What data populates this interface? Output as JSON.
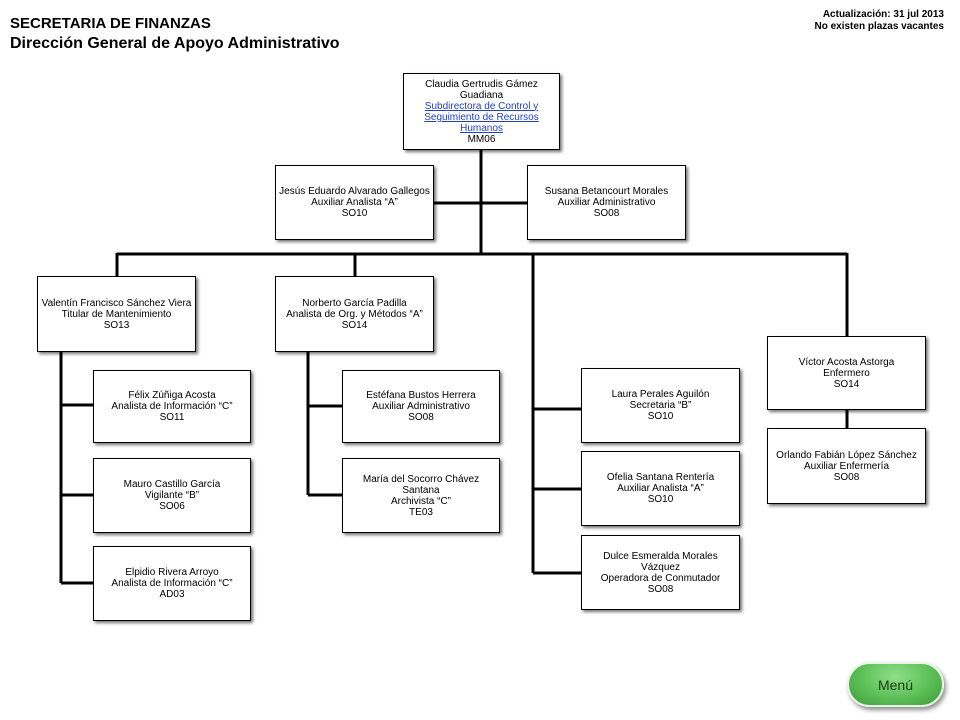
{
  "header": {
    "title": "SECRETARIA DE FINANZAS",
    "subtitle": "Dirección General de Apoyo Administrativo",
    "update_line": "Actualización: 31 jul 2013",
    "vacancies_line": "No existen plazas vacantes"
  },
  "org": {
    "root": {
      "name": "Claudia Gertrudis Gámez Guadiana",
      "position": "Subdirectora de Control y Seguimiento de Recursos Humanos",
      "level": "MM06"
    },
    "assistant_left": {
      "name": "Jesús Eduardo Alvarado Gallegos",
      "position": "Auxiliar Analista “A”",
      "level": "SO10"
    },
    "assistant_right": {
      "name": "Susana Betancourt Morales",
      "position": "Auxiliar Administrativo",
      "level": "SO08"
    },
    "branch1": {
      "head": {
        "name": "Valentín Francisco Sánchez Viera",
        "position": "Titular de Mantenimiento",
        "level": "SO13"
      },
      "staff": [
        {
          "name": "Félix Zúñiga Acosta",
          "position": "Analista de Información “C”",
          "level": "SO11"
        },
        {
          "name": "Mauro Castillo García",
          "position": "Vigilante “B”",
          "level": "SO06"
        },
        {
          "name": "Elpidio Rivera Arroyo",
          "position": "Analista de Información “C”",
          "level": "AD03"
        }
      ]
    },
    "branch2": {
      "head": {
        "name": "Norberto García Padilla",
        "position": "Analista de Org. y Métodos “A”",
        "level": "SO14"
      },
      "staff": [
        {
          "name": "Estéfana Bustos Herrera",
          "position": "Auxiliar Administrativo",
          "level": "SO08"
        },
        {
          "name": "María del Socorro Chávez Santana",
          "position": "Archivista “C”",
          "level": "TE03"
        }
      ]
    },
    "branch3": {
      "staff": [
        {
          "name": "Laura Perales Aguilón",
          "position": "Secretaria “B”",
          "level": "SO10"
        },
        {
          "name": "Ofelia Santana Rentería",
          "position": "Auxiliar Analista “A”",
          "level": "SO10"
        },
        {
          "name": "Dulce Esmeralda Morales Vázquez",
          "position": "Operadora de Conmutador",
          "level": "SO08"
        }
      ]
    },
    "branch4": {
      "head": {
        "name": "Víctor Acosta Astorga",
        "position": "Enfermero",
        "level": "SO14"
      },
      "staff": [
        {
          "name": "Orlando Fabián López Sánchez",
          "position": "Auxiliar Enfermería",
          "level": "SO08"
        }
      ]
    }
  },
  "menu": {
    "label": "Menú"
  }
}
